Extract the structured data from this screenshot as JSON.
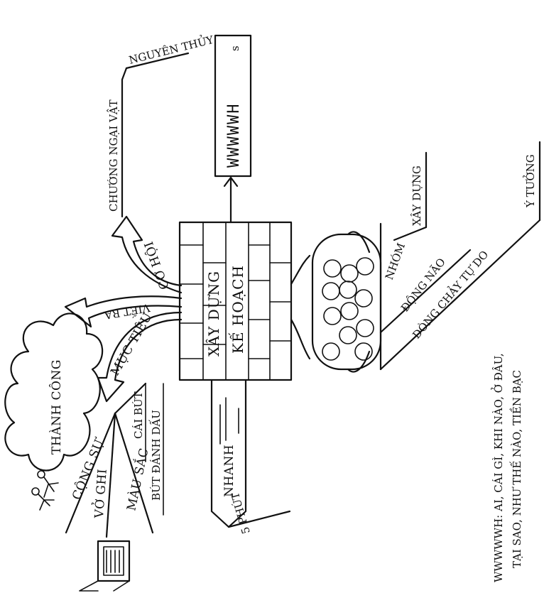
{
  "diagram": {
    "central": {
      "line1": "XÂY DỰNG",
      "line2": "KẾ HOẠCH"
    },
    "branches": {
      "co_hoi": "CƠ HỘI",
      "chuong_ngai_vat": "CHƯỚNG NGẠI VẬT",
      "nguyen_thuy": "NGUYÊN THỦY",
      "wwwwwh": "WWWWWH",
      "wwwwwh_mark": "s",
      "viet_ra": "VIẾT RA",
      "muc_tieu": "MỤC TIÊU",
      "thanh_cong": "THÀNH CÔNG",
      "cong_su": "CỘNG SỰ",
      "vo_ghi": "VỞ GHI",
      "mau_sac": "MÀU SẮC",
      "but_danh_dau": "BÚT ĐÁNH DẤU",
      "cai_but": "CÁI BÚT",
      "nhanh": "NHANH",
      "five_phut": "5 PHÚT",
      "nhom": "NHÓM",
      "xay_dung": "XÂY DỰNG",
      "dong_nao": "ĐỘNG NÃO",
      "dong_chay_tu_do": "DÒNG CHẢY TỰ DO",
      "y_tuong": "Ý TƯỞNG"
    },
    "footnote": {
      "line1": "WWWWWH: AI, CÁI GÌ, KHI NÀO, Ở ĐÂU,",
      "line2": "TẠI SAO, NHƯ THẾ NÀO, TIỀN BẠC"
    }
  }
}
